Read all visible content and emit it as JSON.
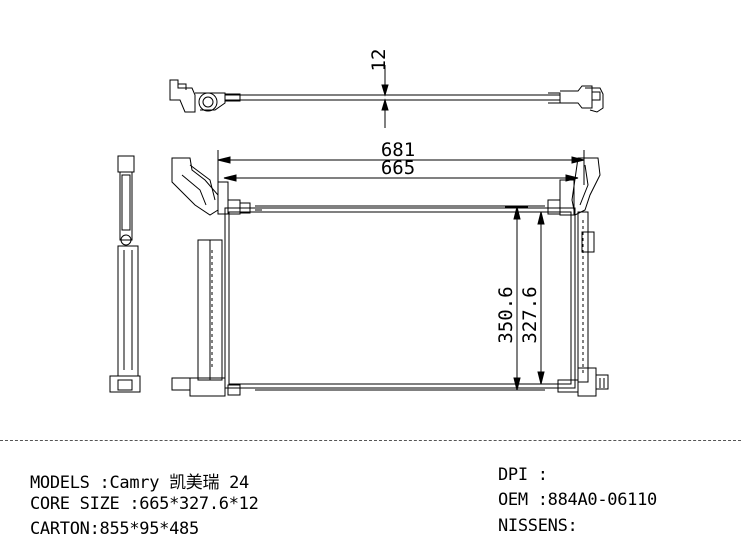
{
  "dimensions": {
    "thickness": "12",
    "overall_width": "681",
    "core_width": "665",
    "overall_height": "350.6",
    "core_height": "327.6"
  },
  "info": {
    "models": "MODELS :Camry 凯美瑞 24",
    "core_size": "CORE SIZE :665*327.6*12",
    "carton": "CARTON:855*95*485",
    "dpi": "DPI :",
    "oem": "OEM :884A0-06110",
    "nissens": "NISSENS:"
  }
}
